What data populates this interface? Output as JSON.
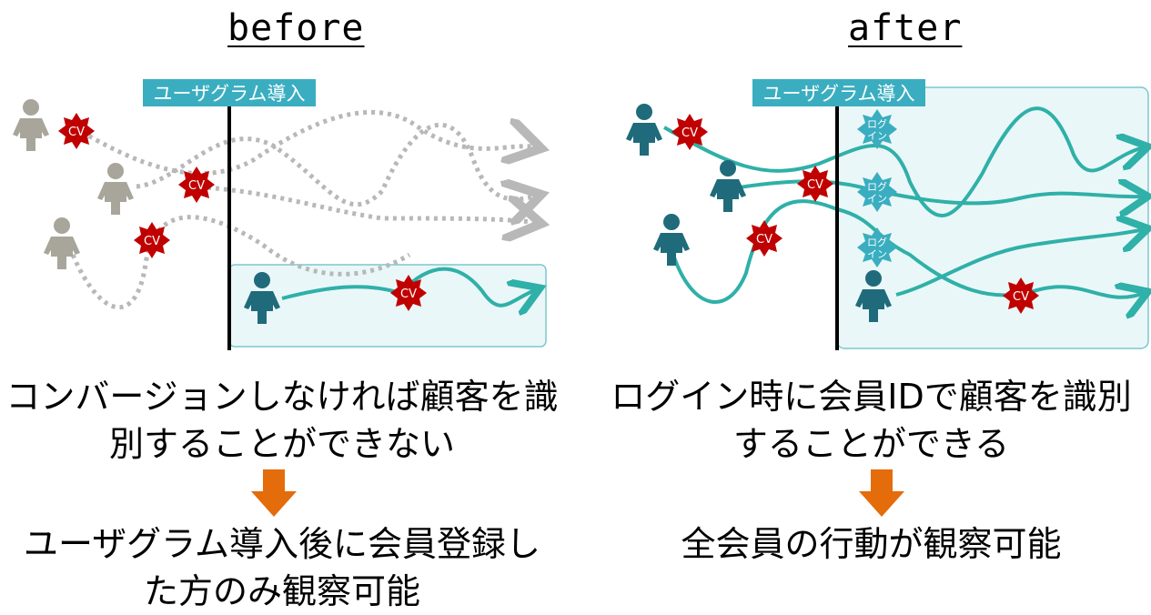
{
  "left": {
    "title": "before",
    "banner": "ユーザグラム導入",
    "cv_label": "CV",
    "caption_line1": "コンバージョンしなければ顧客を識",
    "caption_line2": "別することができない",
    "result_line1": "ユーザグラム導入後に会員登録し",
    "result_line2": "た方のみ観察可能"
  },
  "right": {
    "title": "after",
    "banner": "ユーザグラム導入",
    "cv_label": "CV",
    "login_line1": "ログ",
    "login_line2": "イン",
    "caption_line1": "ログイン時に会員IDで顧客を識別",
    "caption_line2": "することができる",
    "result_line1": "全会員の行動が観察可能"
  },
  "colors": {
    "gray_person": "#a8a59b",
    "teal_person": "#1f6b7b",
    "teal_line": "#2fb0a8",
    "gray_line": "#b8b8b8",
    "banner_bg": "#3aaec0",
    "box_bg": "#eaf7f8",
    "box_border": "#7cc7cd",
    "cv_red": "#c00000",
    "arrow_orange": "#e46c0a"
  }
}
